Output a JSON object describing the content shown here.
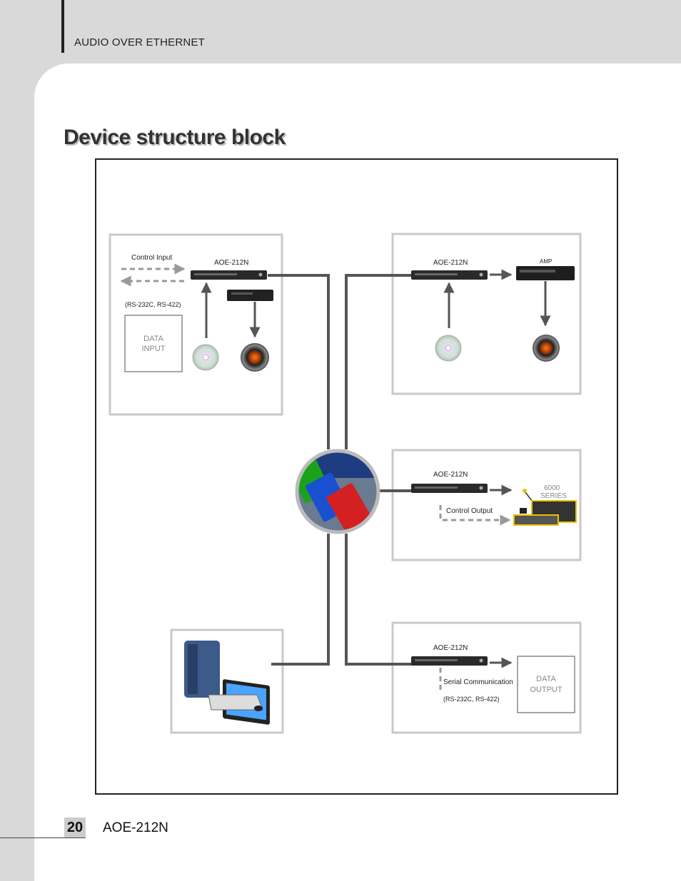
{
  "header": {
    "title": "AUDIO OVER ETHERNET"
  },
  "section": {
    "title": "Device structure block"
  },
  "diagram": {
    "panel_input": {
      "control_input": "Control Input",
      "device": "AOE-212N",
      "serial": "(RS-232C, RS-422)",
      "data_line1": "DATA",
      "data_line2": "INPUT"
    },
    "panel_amp": {
      "device": "AOE-212N",
      "amp": "AMP"
    },
    "panel_control": {
      "device": "AOE-212N",
      "series_line1": "6000",
      "series_line2": "SERIES",
      "control_output": "Control Output"
    },
    "panel_serial": {
      "device": "AOE-212N",
      "serial_comm": "Serial Communication",
      "serial": "(RS-232C, RS-422)",
      "data_line1": "DATA",
      "data_line2": "OUTPUT"
    }
  },
  "footer": {
    "page_number": "20",
    "model": "AOE-212N"
  }
}
